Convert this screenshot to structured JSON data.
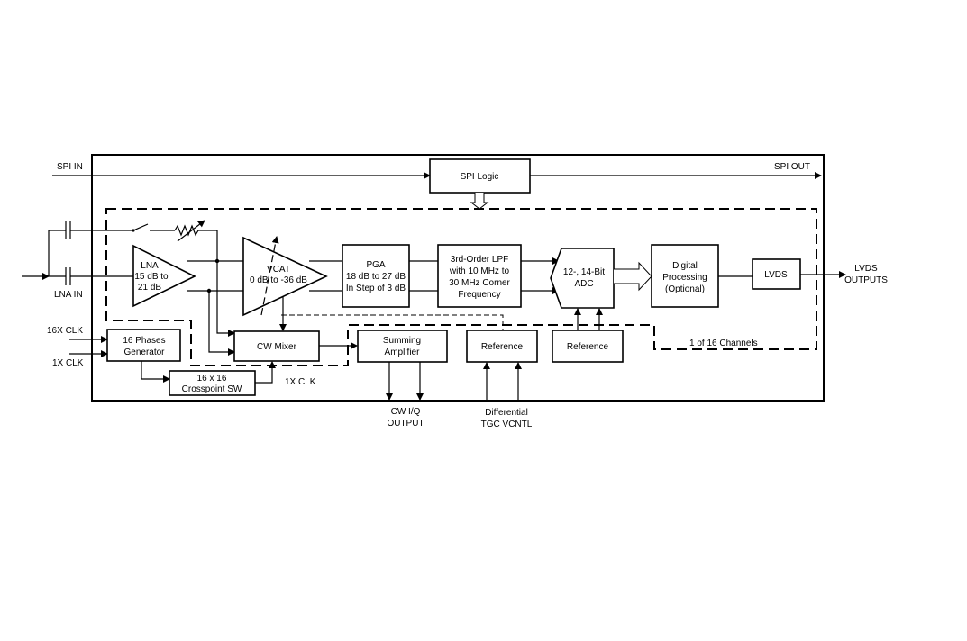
{
  "signals": {
    "spi_in": "SPI IN",
    "spi_out": "SPI OUT",
    "lna_in": "LNA IN",
    "clk16x": "16X CLK",
    "clk1x": "1X CLK",
    "clk1x_sw": "1X CLK",
    "lvds_out_1": "LVDS",
    "lvds_out_2": "OUTPUTS",
    "cw_out_1": "CW I/Q",
    "cw_out_2": "OUTPUT",
    "tgc_1": "Differential",
    "tgc_2": "TGC VCNTL"
  },
  "blocks": {
    "spi_logic": "SPI Logic",
    "lna": [
      "LNA",
      "15 dB to",
      "21 dB"
    ],
    "vcat": [
      "VCAT",
      "0 dB to -36 dB"
    ],
    "pga": [
      "PGA",
      "18 dB to 27 dB",
      "In Step of 3 dB"
    ],
    "lpf": [
      "3rd-Order LPF",
      "with 10 MHz to",
      "30 MHz Corner",
      "Frequency"
    ],
    "adc": [
      "12-, 14-Bit",
      "ADC"
    ],
    "dsp": [
      "Digital",
      "Processing",
      "(Optional)"
    ],
    "lvds": "LVDS",
    "phases": [
      "16 Phases",
      "Generator"
    ],
    "crosspoint": [
      "16 x 16",
      "Crosspoint SW"
    ],
    "cw_mixer": "CW Mixer",
    "summing": [
      "Summing",
      "Amplifier"
    ],
    "reference_1": "Reference",
    "reference_2": "Reference",
    "channels": "1 of 16 Channels"
  }
}
